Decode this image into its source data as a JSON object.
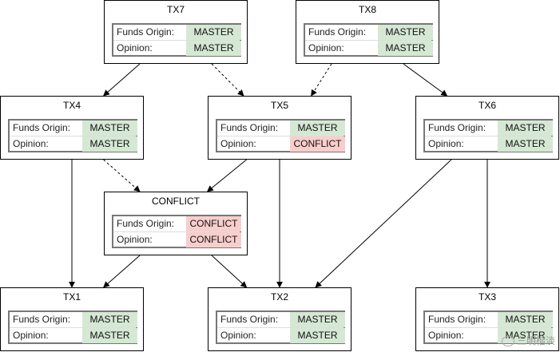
{
  "colors": {
    "master": "#d5e8d4",
    "conflict": "#f8cecc",
    "edge": "#000000"
  },
  "labels": {
    "funds_origin": "Funds Origin:",
    "opinion": "Opinion:"
  },
  "nodes": {
    "tx7": {
      "title": "TX7",
      "funds_origin": "MASTER",
      "opinion": "MASTER"
    },
    "tx8": {
      "title": "TX8",
      "funds_origin": "MASTER",
      "opinion": "MASTER"
    },
    "tx4": {
      "title": "TX4",
      "funds_origin": "MASTER",
      "opinion": "MASTER"
    },
    "tx5": {
      "title": "TX5",
      "funds_origin": "MASTER",
      "opinion": "CONFLICT"
    },
    "tx6": {
      "title": "TX6",
      "funds_origin": "MASTER",
      "opinion": "MASTER"
    },
    "conflict": {
      "title": "CONFLICT",
      "funds_origin": "CONFLICT",
      "opinion": "CONFLICT"
    },
    "tx1": {
      "title": "TX1",
      "funds_origin": "MASTER",
      "opinion": "MASTER"
    },
    "tx2": {
      "title": "TX2",
      "funds_origin": "MASTER",
      "opinion": "MASTER"
    },
    "tx3": {
      "title": "TX3",
      "funds_origin": "MASTER",
      "opinion": "MASTER"
    }
  },
  "edges": [
    {
      "from": "tx7",
      "to": "tx4",
      "style": "solid"
    },
    {
      "from": "tx7",
      "to": "tx5",
      "style": "dashed"
    },
    {
      "from": "tx8",
      "to": "tx5",
      "style": "dashed"
    },
    {
      "from": "tx8",
      "to": "tx6",
      "style": "solid"
    },
    {
      "from": "tx4",
      "to": "tx1",
      "style": "solid"
    },
    {
      "from": "tx4",
      "to": "conflict",
      "style": "dashed"
    },
    {
      "from": "tx5",
      "to": "conflict",
      "style": "solid"
    },
    {
      "from": "tx5",
      "to": "tx2",
      "style": "solid"
    },
    {
      "from": "tx6",
      "to": "tx2",
      "style": "solid"
    },
    {
      "from": "tx6",
      "to": "tx3",
      "style": "solid"
    },
    {
      "from": "conflict",
      "to": "tx1",
      "style": "solid"
    },
    {
      "from": "conflict",
      "to": "tx2",
      "style": "solid"
    }
  ],
  "watermark": "三明楷淡"
}
